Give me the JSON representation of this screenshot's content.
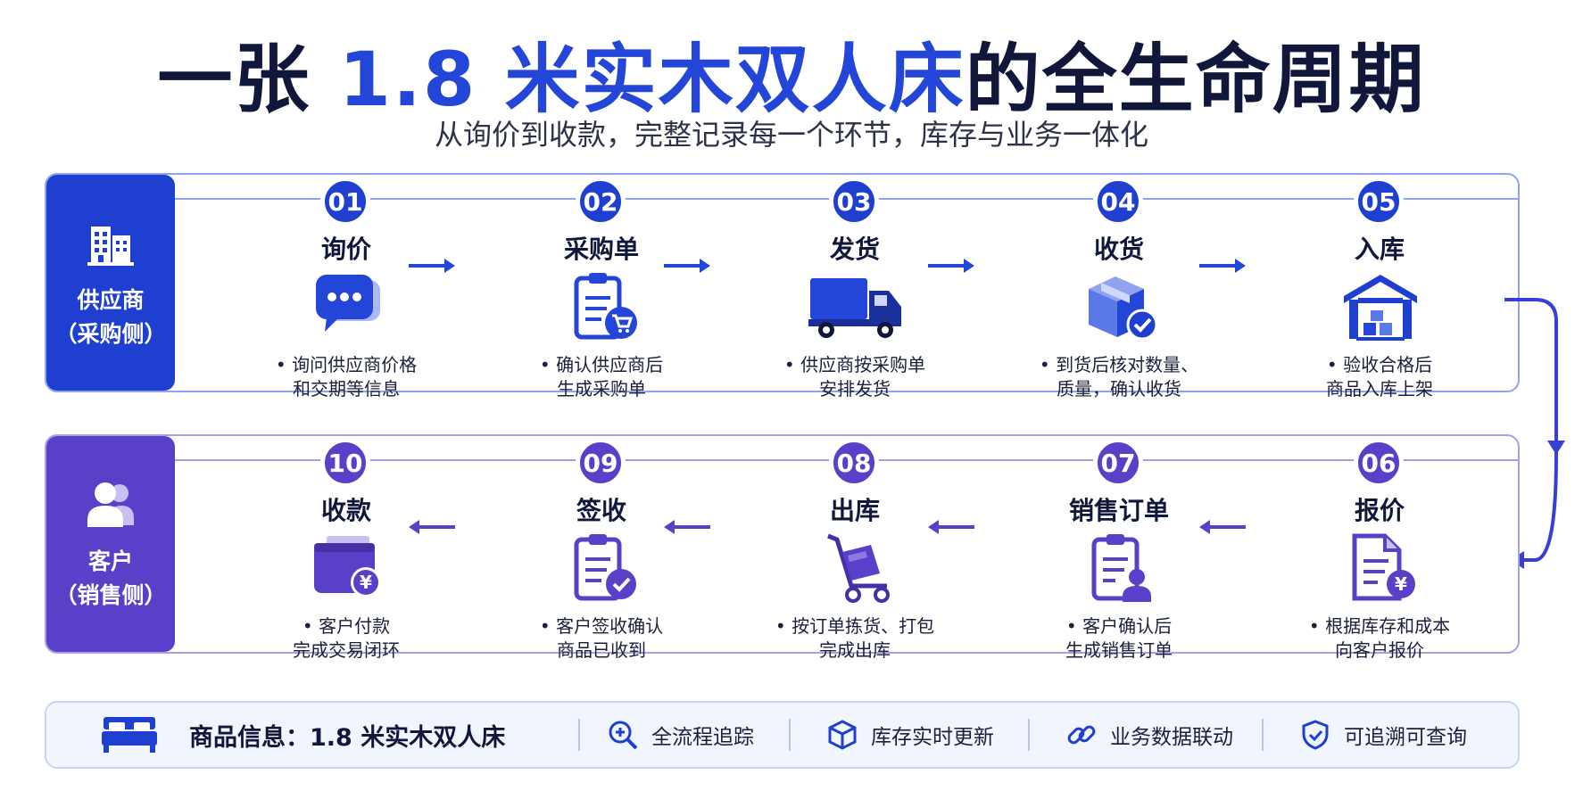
{
  "header": {
    "title_pre": "一张 ",
    "title_hl": "1.8 米实木双人床",
    "title_post": "的全生命周期",
    "subtitle": "从询价到收款，完整记录每一个环节，库存与业务一体化"
  },
  "supplier": {
    "label1": "供应商",
    "label2": "（采购侧）",
    "icon": "building-icon",
    "color": "#1f3fd0",
    "steps": [
      {
        "num": "01",
        "title": "询价",
        "icon": "chat-bubble-icon",
        "desc1": "• 询问供应商价格",
        "desc2": "和交期等信息"
      },
      {
        "num": "02",
        "title": "采购单",
        "icon": "clipboard-cart-icon",
        "desc1": "• 确认供应商后",
        "desc2": "生成采购单"
      },
      {
        "num": "03",
        "title": "发货",
        "icon": "truck-icon",
        "desc1": "• 供应商按采购单",
        "desc2": "安排发货"
      },
      {
        "num": "04",
        "title": "收货",
        "icon": "box-check-icon",
        "desc1": "• 到货后核对数量、",
        "desc2": "质量，确认收货"
      },
      {
        "num": "05",
        "title": "入库",
        "icon": "warehouse-icon",
        "desc1": "• 验收合格后",
        "desc2": "商品入库上架"
      }
    ]
  },
  "customer": {
    "label1": "客户",
    "label2": "（销售侧）",
    "icon": "users-icon",
    "color": "#5a40c9",
    "steps": [
      {
        "num": "10",
        "title": "收款",
        "icon": "wallet-yen-icon",
        "desc1": "• 客户付款",
        "desc2": "完成交易闭环"
      },
      {
        "num": "09",
        "title": "签收",
        "icon": "clipboard-check-icon",
        "desc1": "• 客户签收确认",
        "desc2": "商品已收到"
      },
      {
        "num": "08",
        "title": "出库",
        "icon": "hand-cart-icon",
        "desc1": "• 按订单拣货、打包",
        "desc2": "完成出库"
      },
      {
        "num": "07",
        "title": "销售订单",
        "icon": "clipboard-user-icon",
        "desc1": "• 客户确认后",
        "desc2": "生成销售订单"
      },
      {
        "num": "06",
        "title": "报价",
        "icon": "document-yen-icon",
        "desc1": "• 根据库存和成本",
        "desc2": "向客户报价"
      }
    ]
  },
  "footer": {
    "product": "商品信息：1.8 米实木双人床",
    "features": [
      "全流程追踪",
      "库存实时更新",
      "业务数据联动",
      "可追溯可查询"
    ],
    "icons": [
      "bed-icon",
      "search-plus-icon",
      "cube-icon",
      "link-icon",
      "shield-check-icon"
    ]
  }
}
